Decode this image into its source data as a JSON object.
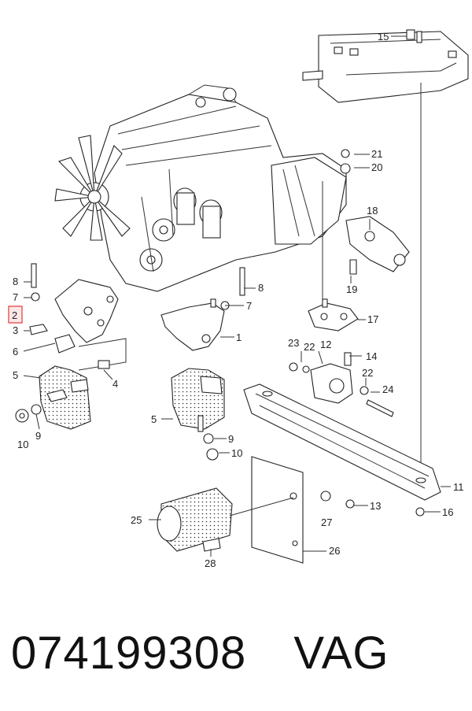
{
  "footer": {
    "part_number": "074199308",
    "brand": "VAG"
  },
  "callouts": {
    "c1": "1",
    "c2": "2",
    "c3": "3",
    "c4": "4",
    "c5a": "5",
    "c5b": "5",
    "c6": "6",
    "c7a": "7",
    "c7b": "7",
    "c8a": "8",
    "c8b": "8",
    "c9a": "9",
    "c9b": "9",
    "c10a": "10",
    "c10b": "10",
    "c11": "11",
    "c12": "12",
    "c13": "13",
    "c14": "14",
    "c15": "15",
    "c16": "16",
    "c17": "17",
    "c18": "18",
    "c19": "19",
    "c20": "20",
    "c21": "21",
    "c22a": "22",
    "c22b": "22",
    "c23": "23",
    "c24": "24",
    "c25": "25",
    "c26": "26",
    "c27": "27",
    "c28": "28"
  },
  "highlight_color": "#e23a3a"
}
